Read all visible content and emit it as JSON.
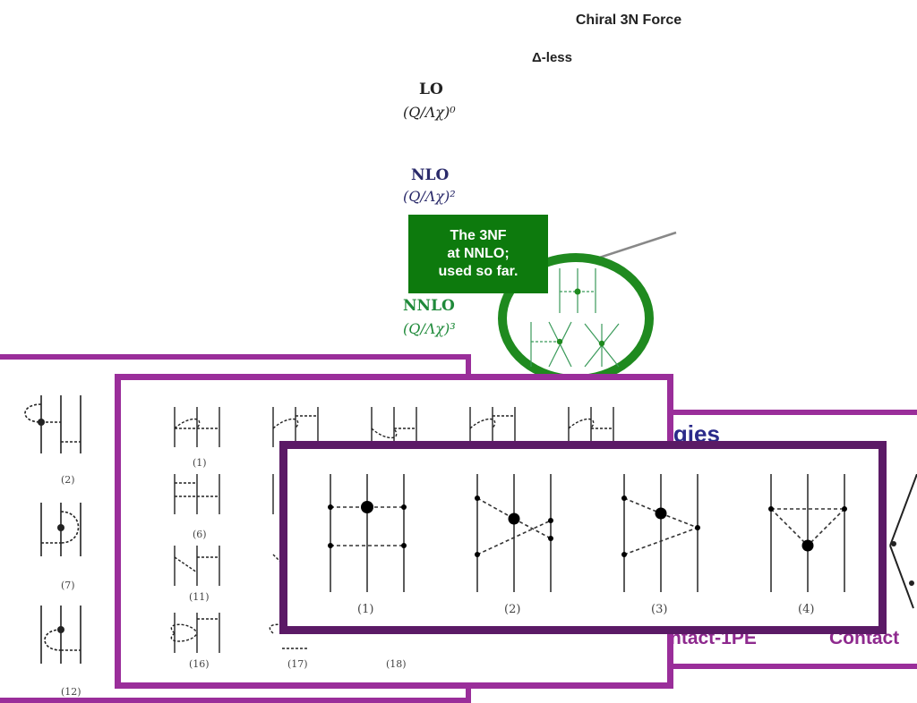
{
  "slide": {
    "title": "Chiral 3N Force",
    "subtitle": "Δ-less"
  },
  "orders": {
    "lo": {
      "label": "LO",
      "scale": "(Q/Λχ)⁰",
      "color": "#222222"
    },
    "nlo": {
      "label": "NLO",
      "scale": "(Q/Λχ)²",
      "color": "#2a2a6a"
    },
    "nnlo": {
      "label": "NNLO",
      "scale": "(Q/Λχ)³",
      "color": "#1f8a3a"
    }
  },
  "callout": {
    "lines": [
      "The 3NF",
      "at NNLO;",
      "used so far."
    ],
    "color": "#0d7a0d"
  },
  "back_frame": {
    "captions": [
      "(2)",
      "(7)",
      "(12)"
    ]
  },
  "middle_frame": {
    "captions": [
      "(1)",
      "(6)",
      "(11)",
      "(16)",
      "(17)",
      "(18)"
    ]
  },
  "right_frame": {
    "label_top": "ogies",
    "label_bottom_left": "ntact-1PE",
    "label_bottom_right": "Contact"
  },
  "front_frame": {
    "captions": [
      "(1)",
      "(2)",
      "(3)",
      "(4)"
    ]
  },
  "colors": {
    "frame_purple": "#9a2e9a",
    "front_frame": "#5b1a66",
    "green": "#1f8a1f"
  }
}
